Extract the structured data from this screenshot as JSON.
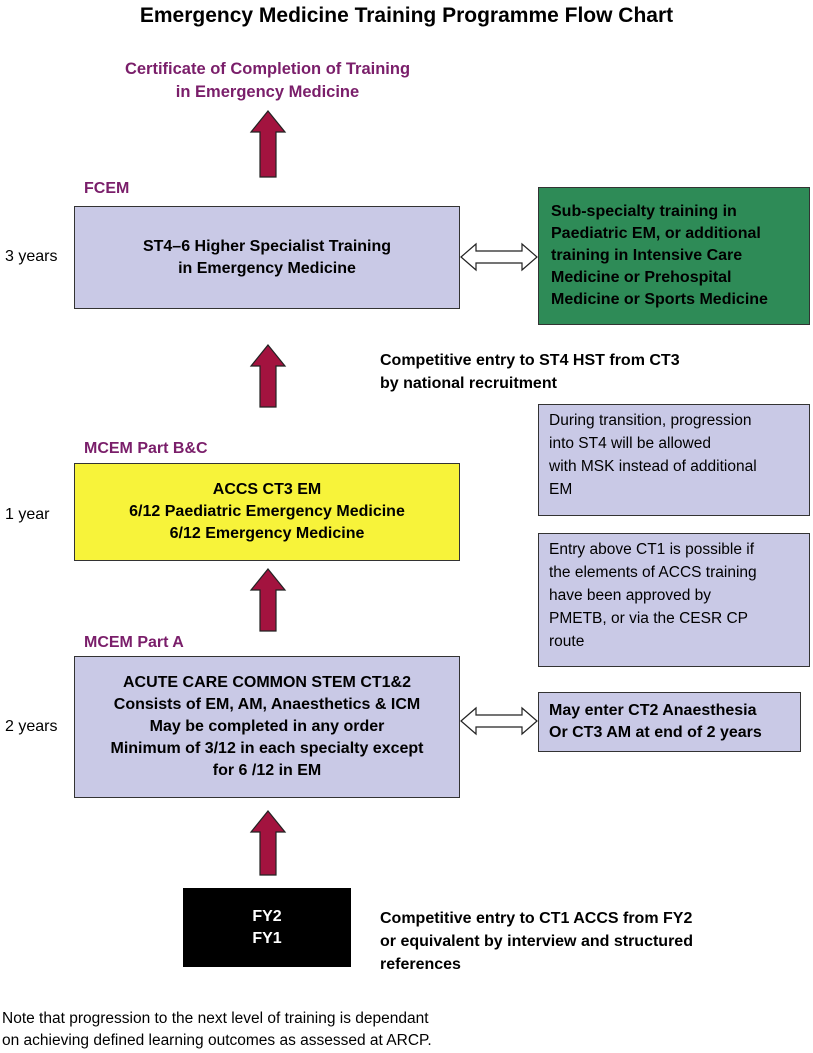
{
  "title": "Emergency Medicine Training Programme Flow Chart",
  "certificate": {
    "lines": [
      "Certificate of Completion of Training",
      "in Emergency Medicine"
    ]
  },
  "stages": {
    "higher": {
      "exam": "FCEM",
      "duration": "3 years",
      "lines": [
        "ST4–6 Higher Specialist Training",
        "in Emergency Medicine"
      ]
    },
    "ct3": {
      "exam": "MCEM Part B&C",
      "duration": "1 year",
      "lines": [
        "ACCS CT3 EM",
        "6/12 Paediatric Emergency Medicine",
        "6/12 Emergency Medicine"
      ]
    },
    "accs": {
      "exam": "MCEM Part A",
      "duration": "2 years",
      "lines": [
        "ACUTE CARE COMMON STEM CT1&2",
        "Consists of EM, AM, Anaesthetics & ICM",
        "May be completed in any order",
        "Minimum of 3/12 in each specialty except",
        "for 6 /12 in EM"
      ]
    },
    "foundation": {
      "lines": [
        "FY2",
        "FY1"
      ]
    }
  },
  "side_boxes": {
    "subspecialty": {
      "lines": [
        "Sub-specialty training in",
        "Paediatric EM, or additional",
        "training in Intensive Care",
        "Medicine or Prehospital",
        "Medicine or Sports Medicine"
      ],
      "color": "#2e8b57"
    },
    "ct2": {
      "lines": [
        "May enter CT2 Anaesthesia",
        "Or CT3 AM at end of 2 years"
      ]
    }
  },
  "notes": {
    "transition": {
      "lines": [
        "During transition, progression",
        "into ST4 will be allowed",
        "with MSK instead of additional",
        "EM"
      ]
    },
    "entry": {
      "lines": [
        "Entry above CT1 is possible if",
        "the elements of ACCS training",
        "have been approved by",
        "PMETB, or via the CESR CP",
        "route"
      ]
    }
  },
  "captions": {
    "st4": {
      "lines": [
        "Competitive entry to ST4 HST from CT3",
        "by national recruitment"
      ]
    },
    "ct1": {
      "lines": [
        "Competitive entry to CT1 ACCS from FY2",
        "or equivalent by interview and structured",
        "references"
      ]
    }
  },
  "footnote": {
    "lines": [
      "Note that progression to the next level of training is dependant",
      "on achieving defined learning outcomes as assessed at ARCP."
    ]
  },
  "colors": {
    "arrow": "#a3133f",
    "lavender": "#c9c9e6",
    "yellow": "#f7f33a",
    "green": "#2e8b57",
    "exam_text": "#7a1e6a"
  }
}
